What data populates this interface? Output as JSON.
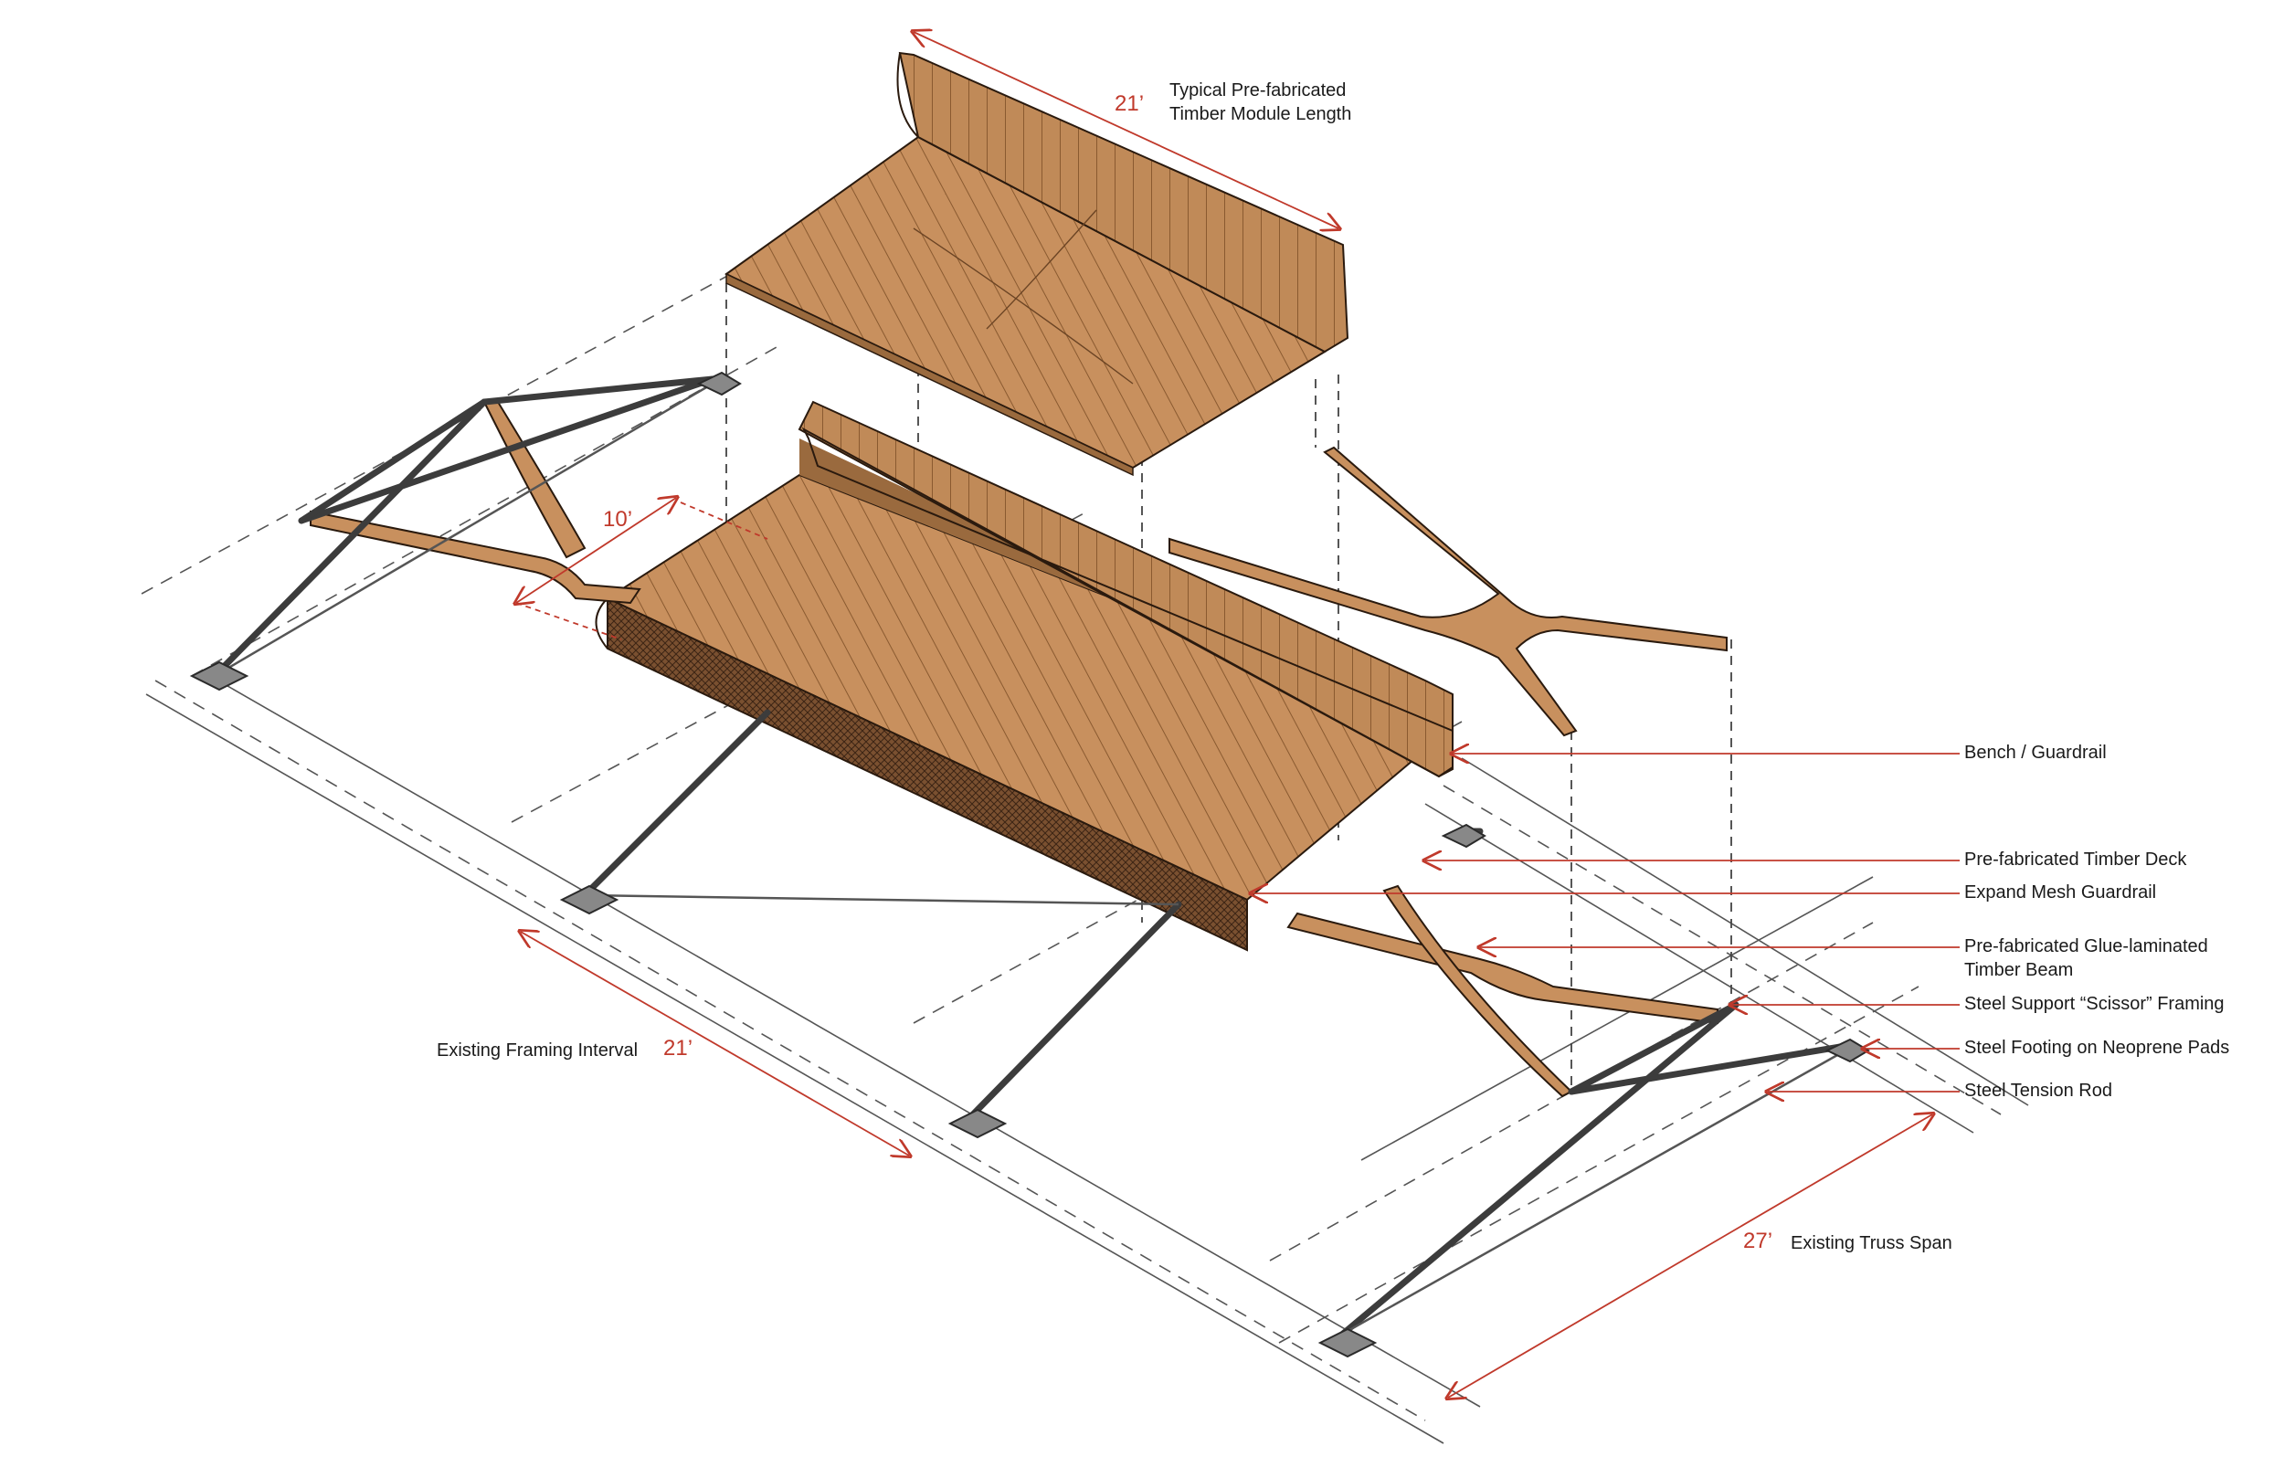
{
  "colors": {
    "annotation_red": "#c0392b",
    "timber": "#c8905e",
    "timber_dark": "#9a6a3e",
    "steel": "#3c3c3c",
    "construction_line": "#555555"
  },
  "dimensions": {
    "module_length_value": "21’",
    "module_length_label_1": "Typical Pre-fabricated",
    "module_length_label_2": "Timber Module Length",
    "width_value": "10’",
    "framing_interval_label": "Existing Framing Interval",
    "framing_interval_value": "21’",
    "truss_span_value": "27’",
    "truss_span_label": "Existing Truss Span"
  },
  "callouts": [
    {
      "line1": "Bench / Guardrail"
    },
    {
      "line1": "Pre-fabricated Timber Deck"
    },
    {
      "line1": "Expand Mesh Guardrail"
    },
    {
      "line1": "Pre-fabricated Glue-laminated",
      "line2": "Timber Beam"
    },
    {
      "line1": "Steel Support “Scissor” Framing"
    },
    {
      "line1": "Steel Footing on Neoprene Pads"
    },
    {
      "line1": "Steel Tension Rod"
    }
  ]
}
